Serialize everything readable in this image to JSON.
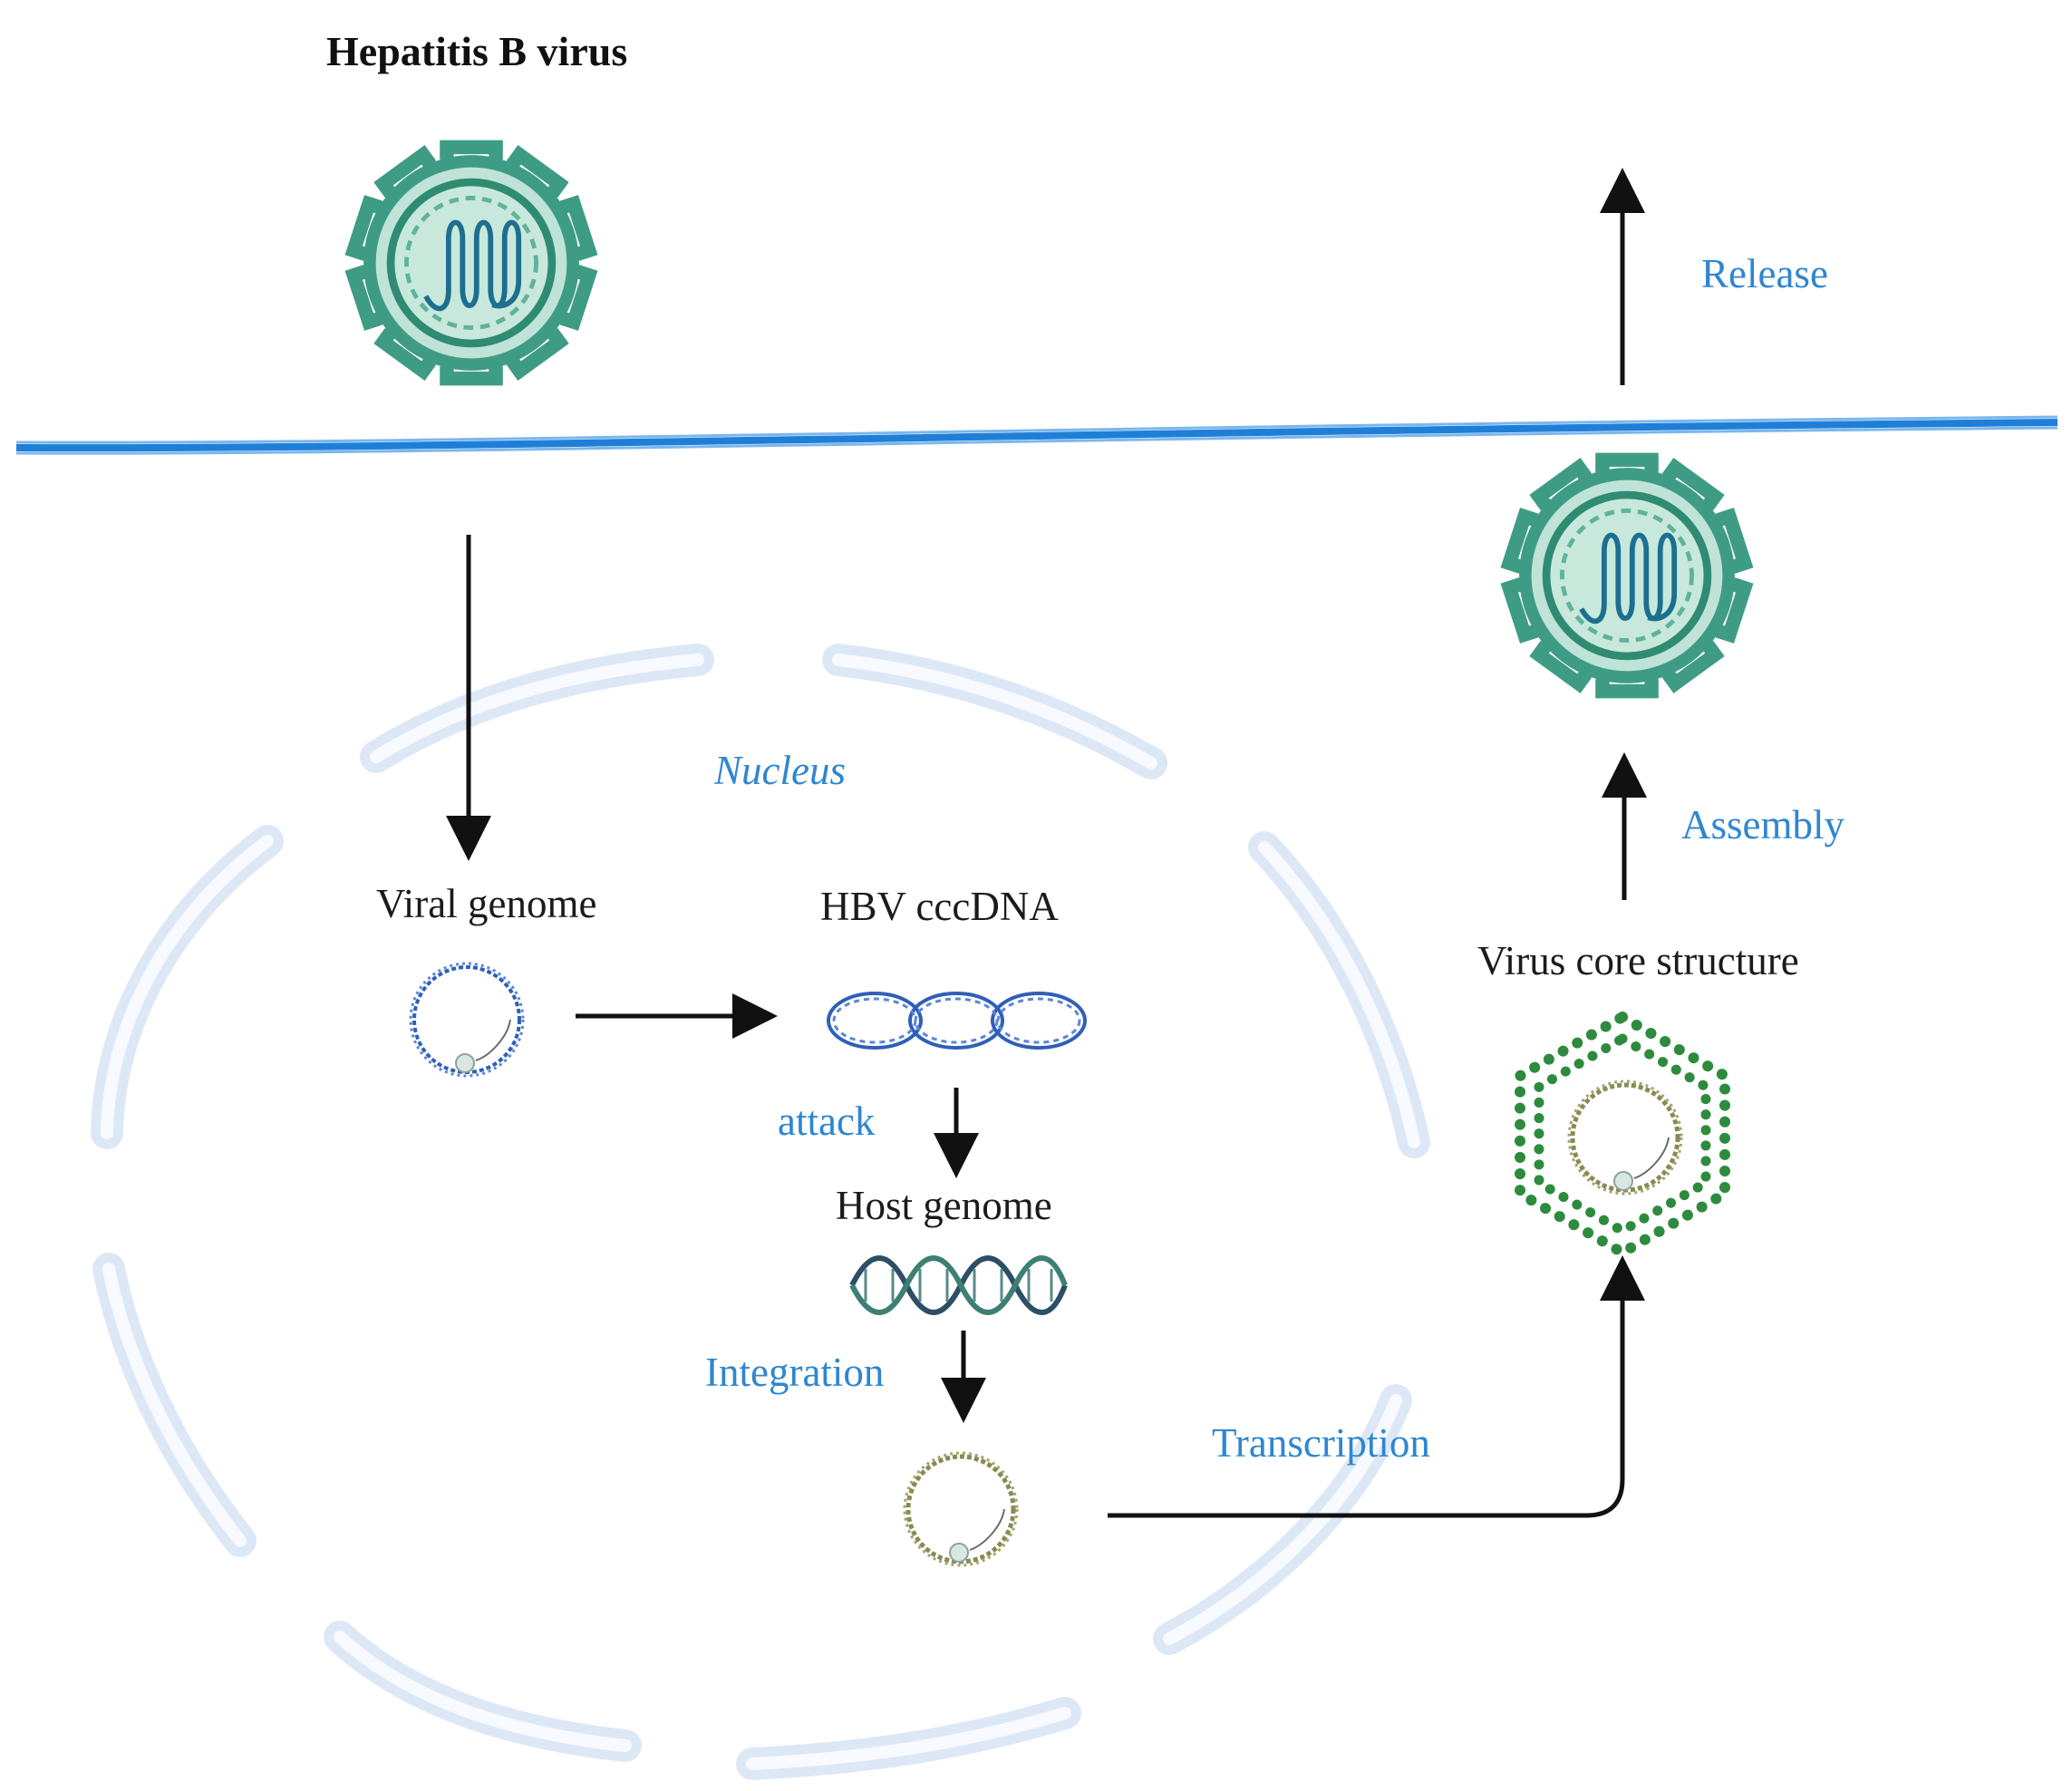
{
  "labels": {
    "hbv_title": "Hepatitis B virus",
    "release": "Release",
    "assembly": "Assembly",
    "nucleus": "Nucleus",
    "viral_genome": "Viral genome",
    "cccdna": "HBV cccDNA",
    "attack": "attack",
    "host_genome": "Host genome",
    "integration": "Integration",
    "transcription": "Transcription",
    "virus_core": "Virus core structure"
  },
  "colors": {
    "virus_fill": "#bfe3d6",
    "virus_stroke": "#3f9c84",
    "membrane": "#1f7fd6",
    "nucleus_envelope": "#dfeaf8",
    "label_blue": "#2f86d0",
    "dna_blue": "#2f5fb8",
    "core_dots": "#2e8b3e",
    "arrow": "#111111"
  },
  "icons": {
    "virus": "hbv-virion-icon",
    "plasmid": "circular-dna-icon",
    "helix": "dna-double-helix-icon",
    "capsid": "hexagonal-capsid-icon"
  }
}
